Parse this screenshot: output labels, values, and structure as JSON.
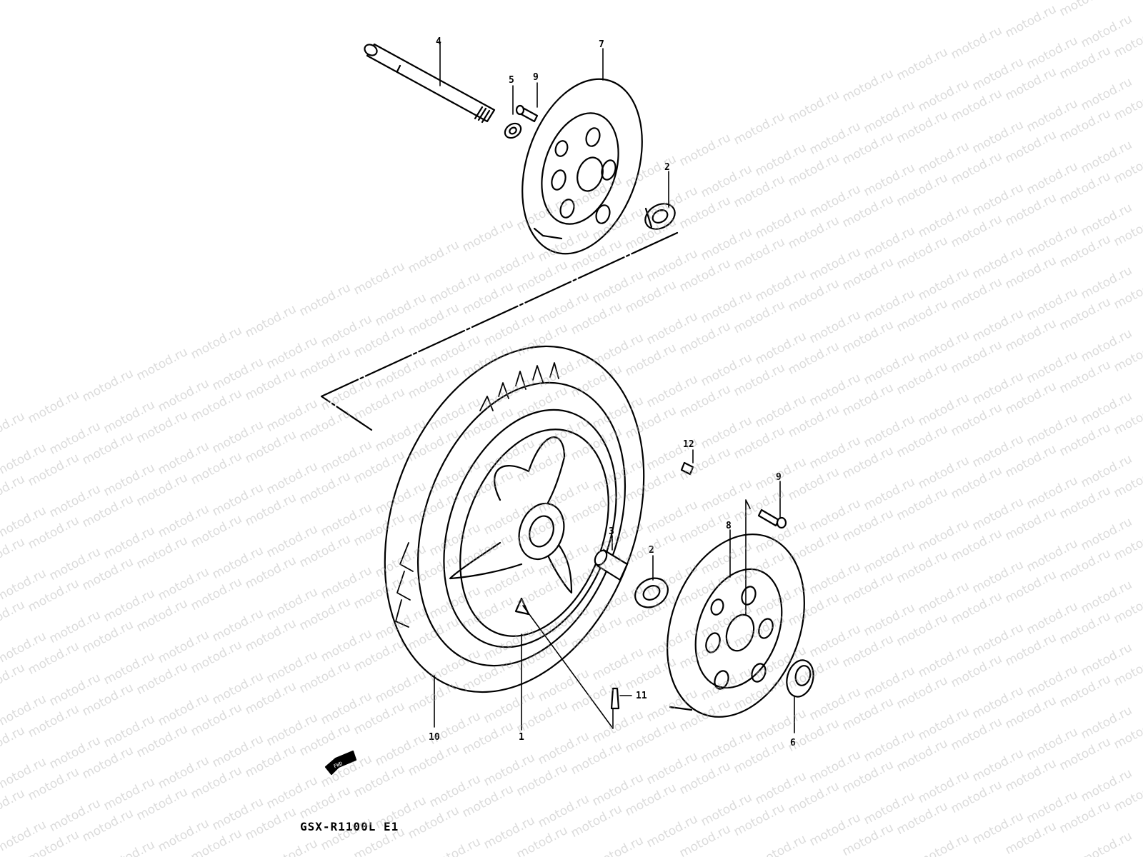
{
  "watermark_text": "motod.ru",
  "model_label": "GSX-R1100L E1",
  "front_arrow_label": "FWD",
  "callouts": {
    "c1": "1",
    "c2a": "2",
    "c2b": "2",
    "c3": "3",
    "c4": "4",
    "c5": "5",
    "c6": "6",
    "c7": "7",
    "c8": "8",
    "c9a": "9",
    "c9b": "9",
    "c10": "10",
    "c11": "11",
    "c12": "12"
  },
  "colors": {
    "line": "#000000",
    "watermark": "#aaaaaa",
    "background": "#ffffff"
  }
}
